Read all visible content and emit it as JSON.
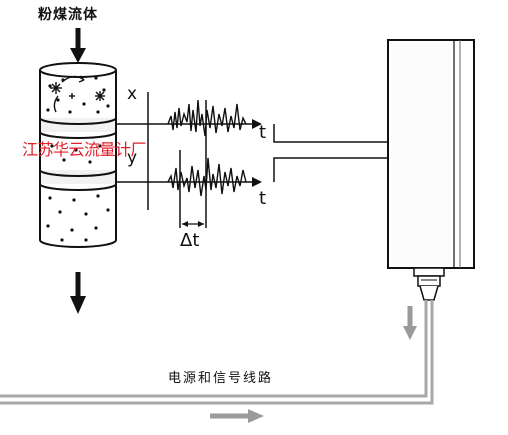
{
  "diagram": {
    "title": "粉煤流体",
    "label_x": "x",
    "label_y": "y",
    "label_t_top": "t",
    "label_t_bottom": "t",
    "label_delta_t": "Δt",
    "cable_label": "电源和信号线路",
    "watermark": "江苏华云流量计厂"
  },
  "colors": {
    "line": "#111111",
    "cable": "#a8a8a8",
    "watermark": "#e0202a",
    "background": "#ffffff"
  }
}
